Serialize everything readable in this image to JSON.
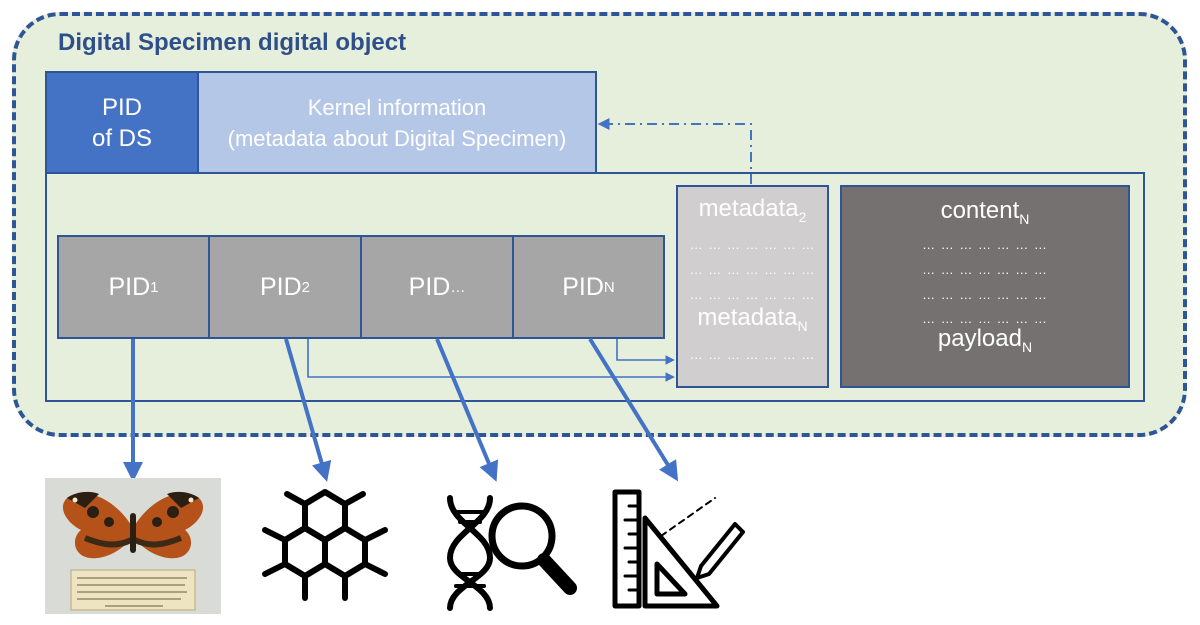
{
  "title": "Digital Specimen digital object",
  "pid_ds": {
    "line1": "PID",
    "line2": "of DS"
  },
  "kernel": {
    "line1": "Kernel information",
    "line2": "(metadata about Digital Specimen)"
  },
  "pids": [
    {
      "base": "PID",
      "sub": "1"
    },
    {
      "base": "PID",
      "sub": "2"
    },
    {
      "base": "PID",
      "sub": "…"
    },
    {
      "base": "PID",
      "sub": "N"
    }
  ],
  "metadata": {
    "first": {
      "base": "metadata",
      "sub": "2"
    },
    "last": {
      "base": "metadata",
      "sub": "N"
    },
    "dots": "… … … … … … …"
  },
  "content": {
    "header": {
      "base": "content",
      "sub": "N"
    },
    "footer": {
      "base": "payload",
      "sub": "N"
    },
    "dots": "… … … … … … …"
  },
  "colors": {
    "frame_border": "#2e5597",
    "frame_fill": "#e6efdc",
    "pid_ds_fill": "#4472c4",
    "kernel_fill": "#b4c7e7",
    "pid_fill": "#a6a6a6",
    "metadata_fill": "#d0cece",
    "content_fill": "#757171",
    "arrow": "#4472c4"
  },
  "icons": [
    "butterfly-specimen-image",
    "hexagon-network-icon",
    "dna-magnifier-icon",
    "ruler-triangle-pencil-icon"
  ]
}
